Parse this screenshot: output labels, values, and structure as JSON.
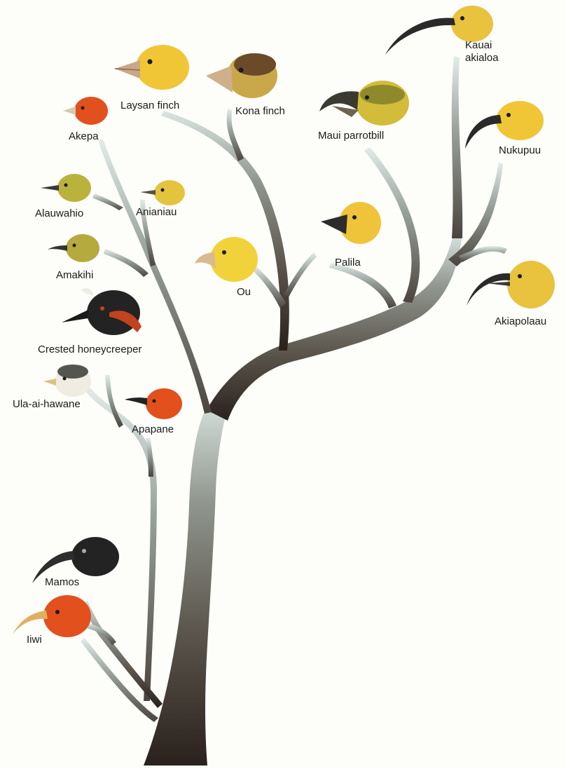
{
  "diagram": {
    "colors": {
      "trunk_dark": "#2a211c",
      "trunk_mid": "#6f6b60",
      "trunk_light": "#d6e2df",
      "plumage_yellow": "#f0c636",
      "plumage_olive": "#b8ad3e",
      "plumage_red": "#e2501e",
      "plumage_black": "#232323",
      "plumage_white": "#efece2",
      "plumage_brown": "#6b4a2a"
    },
    "birds": [
      {
        "id": "laysan-finch",
        "label": "Laysan finch",
        "plumage": "yellow",
        "beak": "finch"
      },
      {
        "id": "kona-finch",
        "label": "Kona finch",
        "plumage": "yellow-brown",
        "beak": "finch"
      },
      {
        "id": "kauai-akialoa",
        "label_lines": [
          "Kauai",
          "akialoa"
        ],
        "plumage": "yellow",
        "beak": "long-curved"
      },
      {
        "id": "maui-parrotbill",
        "label": "Maui parrotbill",
        "plumage": "olive-yellow",
        "beak": "parrot"
      },
      {
        "id": "nukupuu",
        "label": "Nukupuu",
        "plumage": "yellow",
        "beak": "curved"
      },
      {
        "id": "akepa",
        "label": "Akepa",
        "plumage": "red",
        "beak": "short"
      },
      {
        "id": "alauwahio",
        "label": "Alauwahio",
        "plumage": "olive",
        "beak": "thin"
      },
      {
        "id": "anianiau",
        "label": "Anianiau",
        "plumage": "yellow",
        "beak": "thin"
      },
      {
        "id": "amakihi",
        "label": "Amakihi",
        "plumage": "olive",
        "beak": "thin-curved"
      },
      {
        "id": "palila",
        "label": "Palila",
        "plumage": "yellow",
        "beak": "finch-dark"
      },
      {
        "id": "ou",
        "label": "Ou",
        "plumage": "yellow",
        "beak": "hooked"
      },
      {
        "id": "akiapolaau",
        "label": "Akiapolaau",
        "plumage": "yellow",
        "beak": "split-curved"
      },
      {
        "id": "crested-honeycreeper",
        "label": "Crested honeycreeper",
        "plumage": "black-crested",
        "beak": "thin-dark"
      },
      {
        "id": "ula-ai-hawane",
        "label": "Ula-ai-hawane",
        "plumage": "white",
        "beak": "short-pale"
      },
      {
        "id": "apapane",
        "label": "Apapane",
        "plumage": "red",
        "beak": "thin-dark"
      },
      {
        "id": "mamos",
        "label": "Mamos",
        "plumage": "black",
        "beak": "long-curved"
      },
      {
        "id": "iiwi",
        "label": "Iiwi",
        "plumage": "red",
        "beak": "long-curved-pale"
      }
    ]
  }
}
